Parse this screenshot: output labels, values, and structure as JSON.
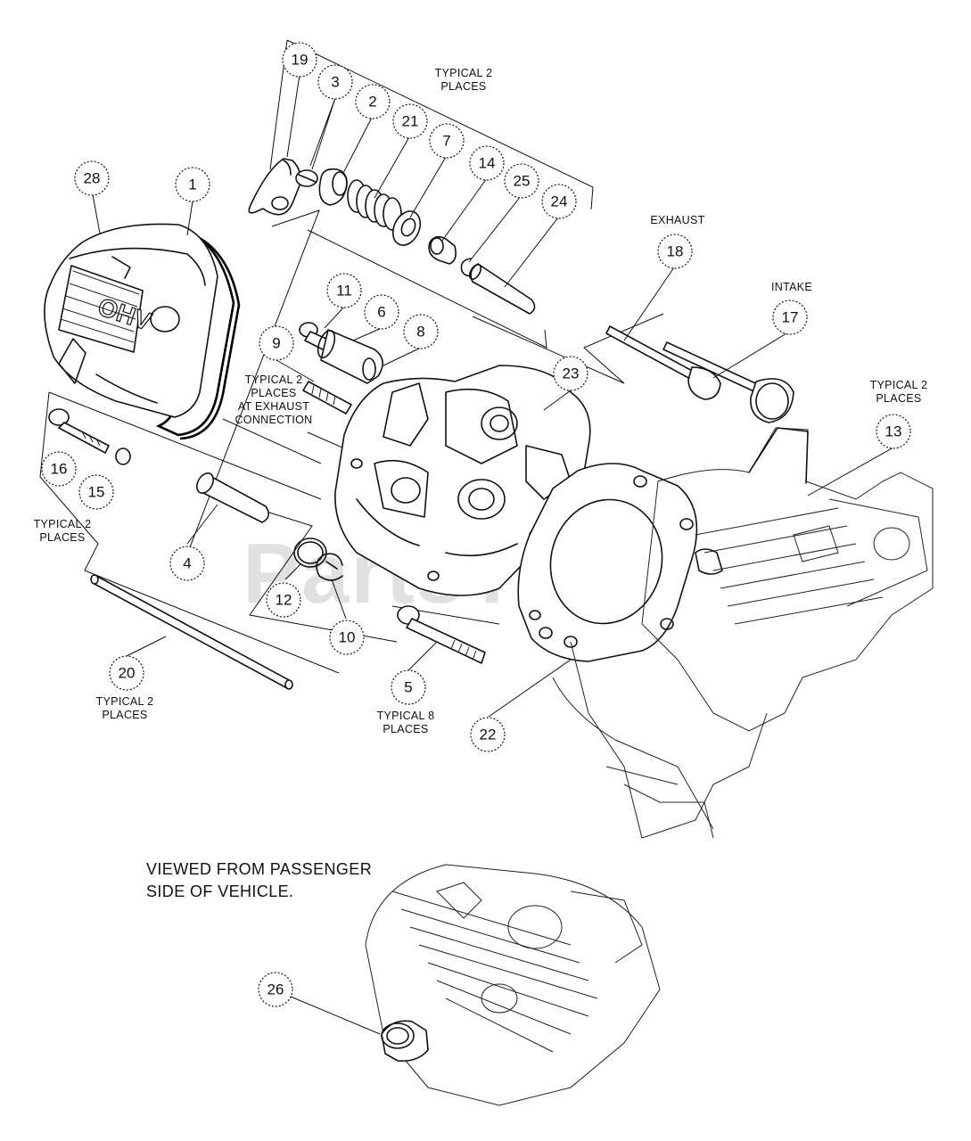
{
  "watermark": "PartsTree",
  "caption": [
    "VIEWED FROM PASSENGER",
    "SIDE OF VEHICLE."
  ],
  "cover_logo": "OHV",
  "callouts": {
    "c1": "1",
    "c2": "2",
    "c3": "3",
    "c4": "4",
    "c5": "5",
    "c6": "6",
    "c7": "7",
    "c8": "8",
    "c9": "9",
    "c10": "10",
    "c11": "11",
    "c12": "12",
    "c13": "13",
    "c14": "14",
    "c15": "15",
    "c16": "16",
    "c17": "17",
    "c18": "18",
    "c19": "19",
    "c20": "20",
    "c21": "21",
    "c22": "22",
    "c23": "23",
    "c24": "24",
    "c25": "25",
    "c26": "26",
    "c28": "28"
  },
  "notes": {
    "rocker": [
      "TYPICAL 2",
      "PLACES"
    ],
    "exhaust_conn": [
      "TYPICAL 2",
      "PLACES",
      "AT EXHAUST",
      "CONNECTION"
    ],
    "exhaust": "EXHAUST",
    "intake": "INTAKE",
    "block": [
      "TYPICAL 2",
      "PLACES"
    ],
    "bolt_washer": [
      "TYPICAL 2",
      "PLACES"
    ],
    "pushrod": [
      "TYPICAL 2",
      "PLACES"
    ],
    "head_bolts": [
      "TYPICAL 8",
      "PLACES"
    ]
  }
}
